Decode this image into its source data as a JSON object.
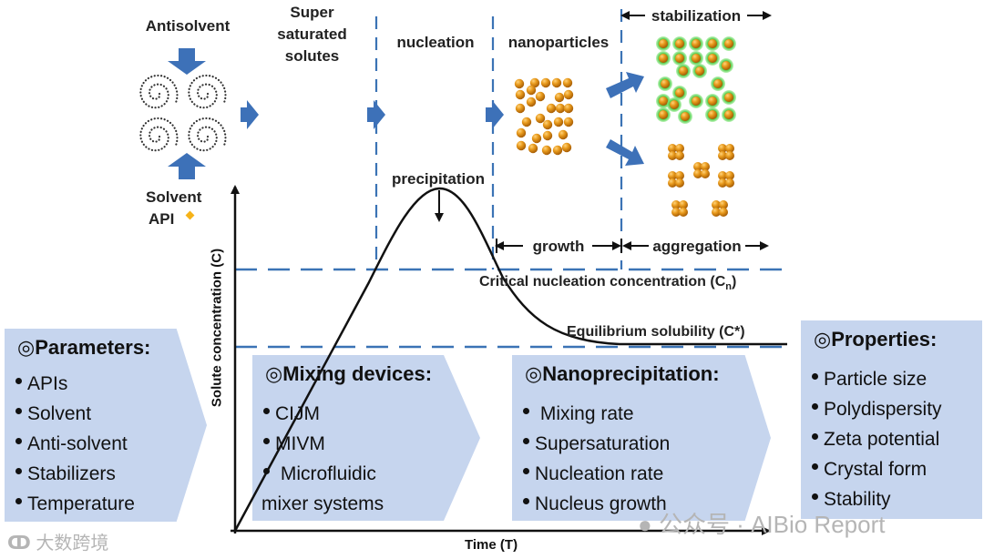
{
  "stages": {
    "antisolvent": "Antisolvent",
    "solvent": "Solvent",
    "api": "API",
    "super_saturated": [
      "Super",
      "saturated",
      "solutes"
    ],
    "nucleation": "nucleation",
    "nanoparticles": "nanoparticles",
    "precipitation": "precipitation",
    "stabilization": "stabilization",
    "growth": "growth",
    "aggregation": "aggregation"
  },
  "graph": {
    "y_axis_label": "Solute concentration (C)",
    "x_axis_label": "Time (T)",
    "critical_line_label": "Critical nucleation concentration (C",
    "critical_line_subscript": "n",
    "critical_line_close": ")",
    "equilibrium_line_label": "Equilibrium solubility (C*)"
  },
  "panels": {
    "parameters": {
      "title": "◎Parameters:",
      "items": [
        "APIs",
        "Solvent",
        "Anti-solvent",
        "Stabilizers",
        "Temperature"
      ]
    },
    "mixing_devices": {
      "title": "◎Mixing devices:",
      "items": [
        "CIJM",
        "MIVM",
        "Microfluidic"
      ],
      "continuation": "mixer systems"
    },
    "nanoprecipitation": {
      "title": "◎Nanoprecipitation:",
      "items": [
        "Mixing rate",
        "Supersaturation",
        "Nucleation rate",
        "Nucleus growth"
      ]
    },
    "properties": {
      "title": "◎Properties:",
      "items": [
        "Particle size",
        "Polydispersity",
        "Zeta potential",
        "Crystal form",
        "Stability"
      ]
    }
  },
  "watermarks": {
    "left": "大数跨境",
    "right": "公众号 · AIBio Report"
  },
  "colors": {
    "arrow_blue": "#3d71b8",
    "dash_blue": "#3b73b5",
    "panel_blue": "#c6d5ee",
    "particle_orange": "#e39a1b",
    "stabilizer_green": "#3fc33a",
    "api_diamond": "#f6b319"
  }
}
